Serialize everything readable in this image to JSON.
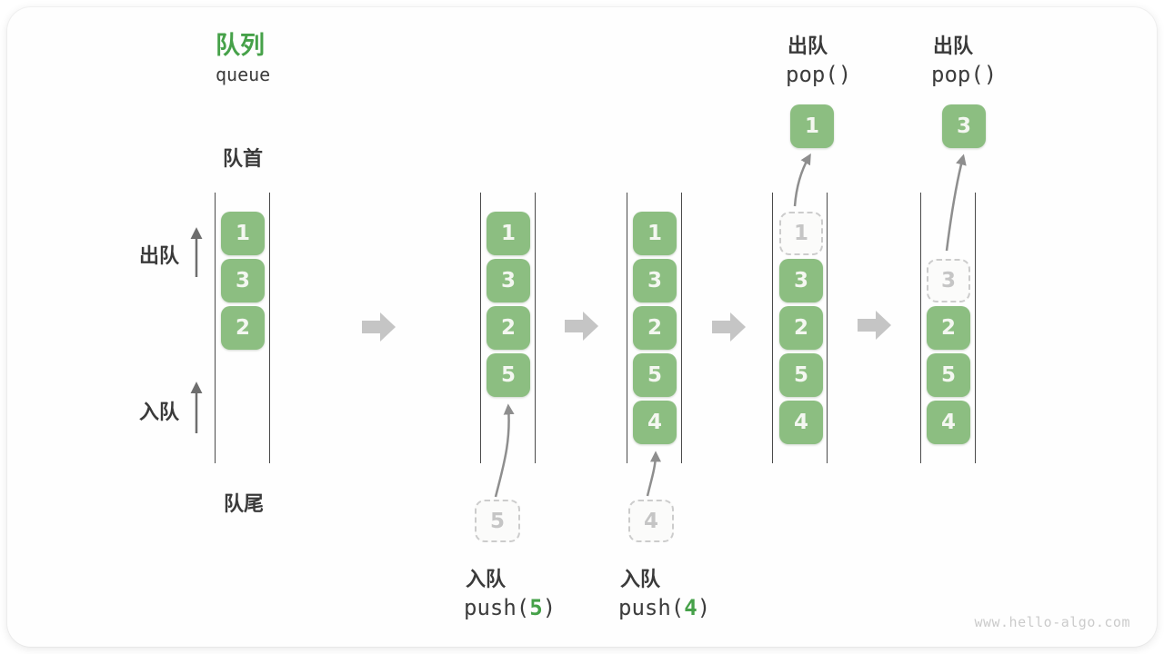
{
  "header": {
    "title": "队列",
    "subtitle": "queue"
  },
  "labels": {
    "front": "队首",
    "dequeue": "出队",
    "enqueue": "入队",
    "rear": "队尾"
  },
  "colors": {
    "accent": "#46a149",
    "box_green": "#8cbe81",
    "ghost_gray": "#cccccc",
    "flow_arrow_gray": "#c5c5c5",
    "line_gray": "#4a4a4a"
  },
  "icons": {
    "flow_arrow": "block-arrow-right",
    "direction_arrow": "thin-arrow-up",
    "motion_arrow": "curved-arrow-up"
  },
  "states": [
    {
      "cells": [
        "1",
        "3",
        "2"
      ]
    },
    {
      "cells": [
        "1",
        "3",
        "2",
        "5"
      ],
      "incoming": "5"
    },
    {
      "cells": [
        "1",
        "3",
        "2",
        "5",
        "4"
      ],
      "incoming": "4"
    },
    {
      "ghost": "1",
      "cells": [
        "3",
        "2",
        "5",
        "4"
      ],
      "popped": "1"
    },
    {
      "ghost": "3",
      "cells": [
        "2",
        "5",
        "4"
      ],
      "popped": "3"
    }
  ],
  "operations": {
    "push_a": {
      "title": "入队",
      "fn": "push(",
      "arg": "5",
      "close": ")"
    },
    "push_b": {
      "title": "入队",
      "fn": "push(",
      "arg": "4",
      "close": ")"
    },
    "pop_a": {
      "title": "出队",
      "code": "pop()"
    },
    "pop_b": {
      "title": "出队",
      "code": "pop()"
    }
  },
  "watermark": "www.hello-algo.com"
}
